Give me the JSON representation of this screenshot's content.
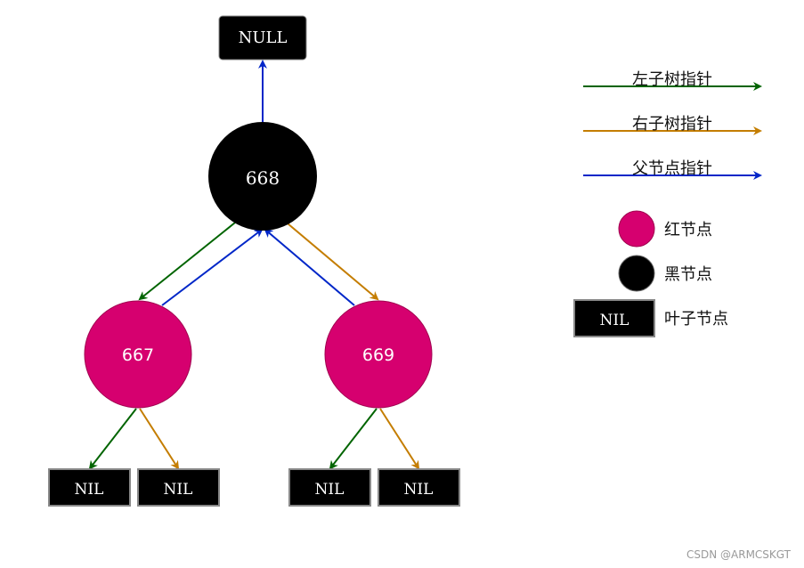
{
  "tree": {
    "null_label": "NULL",
    "root_label": "668",
    "left_label": "667",
    "right_label": "669",
    "nil_label": "NIL"
  },
  "legend": {
    "left_child": "左子树指针",
    "right_child": "右子树指针",
    "parent": "父节点指针",
    "red_node": "红节点",
    "black_node": "黑节点",
    "leaf_box": "NIL",
    "leaf_node": "叶子节点"
  },
  "watermark": "CSDN @ARMCSKGT",
  "colors": {
    "red_node": "#d6006f",
    "black_node": "#000000",
    "left_arrow": "#006400",
    "right_arrow": "#c47d00",
    "parent_arrow": "#0026c8"
  }
}
